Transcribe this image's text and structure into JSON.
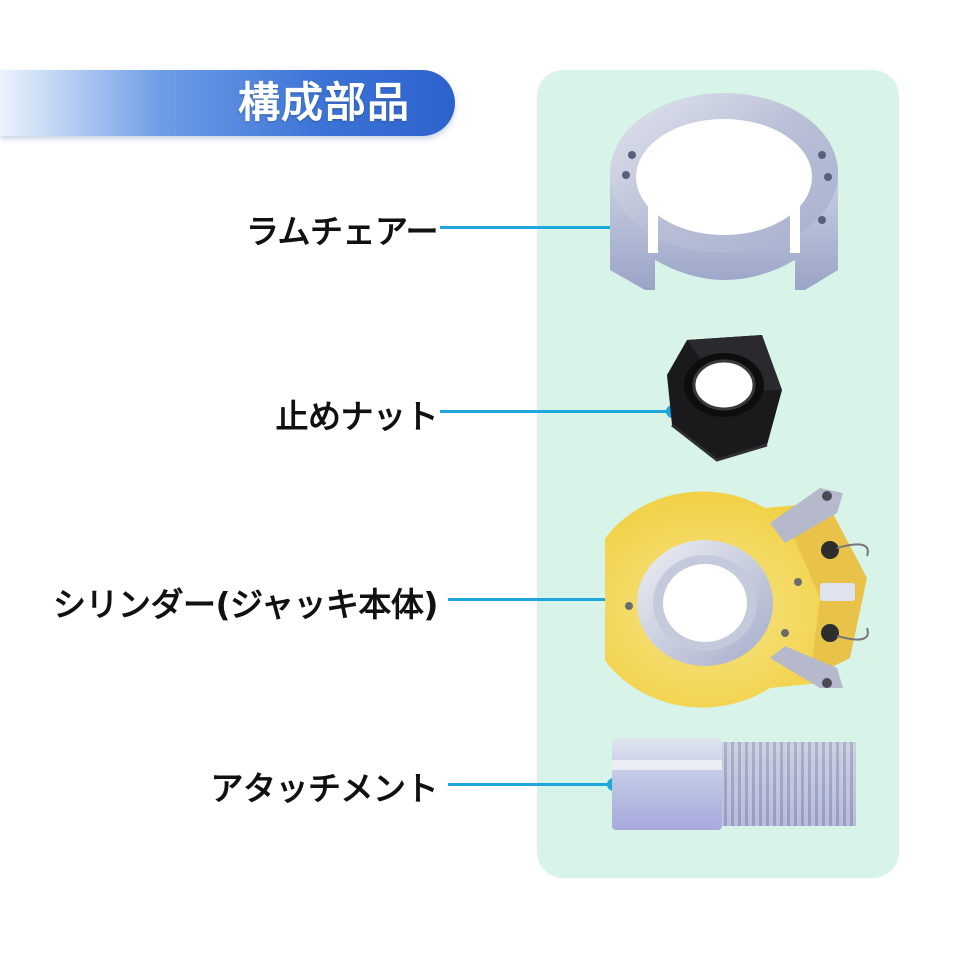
{
  "title": "構成部品",
  "parts": [
    {
      "label": "ラムチェアー",
      "icon": "ram-chair-ring-icon"
    },
    {
      "label": "止めナット",
      "icon": "lock-nut-icon"
    },
    {
      "label": "シリンダー(ジャッキ本体)",
      "icon": "cylinder-jack-body-icon"
    },
    {
      "label": "アタッチメント",
      "icon": "threaded-attachment-icon"
    }
  ],
  "colors": {
    "banner": "#3d74d8",
    "panel": "#d8f3e8",
    "leader": "#1fa6dc",
    "label": "#111111"
  }
}
